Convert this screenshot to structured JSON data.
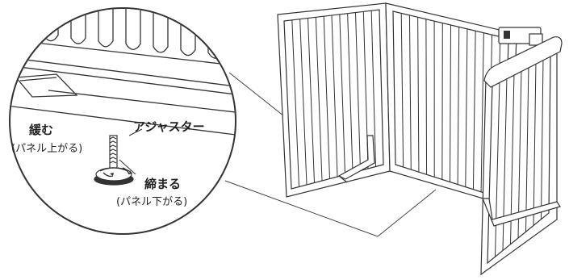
{
  "callout": {
    "adjuster_label": "アジャスター",
    "loosen_label": "緩む",
    "loosen_note": "(パネル上がる)",
    "tighten_label": "締まる",
    "tighten_note": "(パネル下がる)"
  },
  "colors": {
    "line": "#333333",
    "background": "#ffffff"
  }
}
